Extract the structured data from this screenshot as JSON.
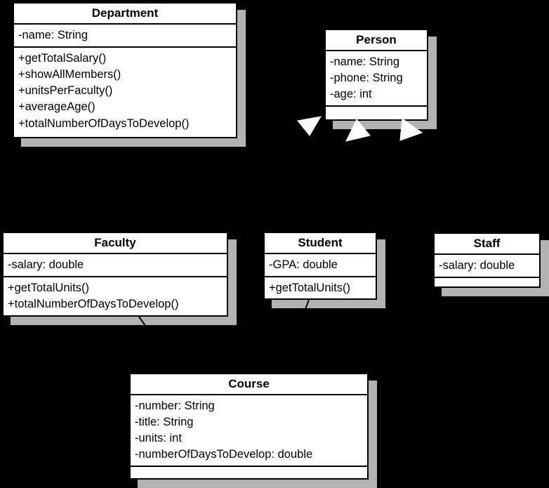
{
  "diagram": {
    "kind": "uml-class-diagram",
    "background_color": "#000000",
    "box_fill_color": "#ffffff",
    "box_border_color": "#000000",
    "shadow_color": "#b3b3b3",
    "arrowhead_fill": "#ffffff",
    "arrowhead_style": "hollow-triangle-generalization"
  },
  "classes": {
    "department": {
      "name": "Department",
      "attributes": [
        "-name: String"
      ],
      "methods": [
        "+getTotalSalary()",
        "+showAllMembers()",
        "+unitsPerFaculty()",
        "+averageAge()",
        "+totalNumberOfDaysToDevelop()"
      ]
    },
    "person": {
      "name": "Person",
      "attributes": [
        "-name: String",
        "-phone: String",
        "-age: int"
      ],
      "methods": []
    },
    "faculty": {
      "name": "Faculty",
      "attributes": [
        "-salary: double"
      ],
      "methods": [
        "+getTotalUnits()",
        "+totalNumberOfDaysToDevelop()"
      ]
    },
    "student": {
      "name": "Student",
      "attributes": [
        "-GPA: double"
      ],
      "methods": [
        "+getTotalUnits()"
      ]
    },
    "staff": {
      "name": "Staff",
      "attributes": [
        "-salary: double"
      ],
      "methods": []
    },
    "course": {
      "name": "Course",
      "attributes": [
        "-number: String",
        "-title: String",
        "-units: int",
        "-numberOfDaysToDevelop: double"
      ],
      "methods": []
    }
  },
  "relationships": [
    {
      "type": "generalization",
      "from": "Faculty",
      "to": "Person"
    },
    {
      "type": "generalization",
      "from": "Student",
      "to": "Person"
    },
    {
      "type": "generalization",
      "from": "Staff",
      "to": "Person"
    },
    {
      "type": "association",
      "from": "Faculty",
      "to": "Course"
    },
    {
      "type": "association",
      "from": "Student",
      "to": "Course"
    }
  ]
}
